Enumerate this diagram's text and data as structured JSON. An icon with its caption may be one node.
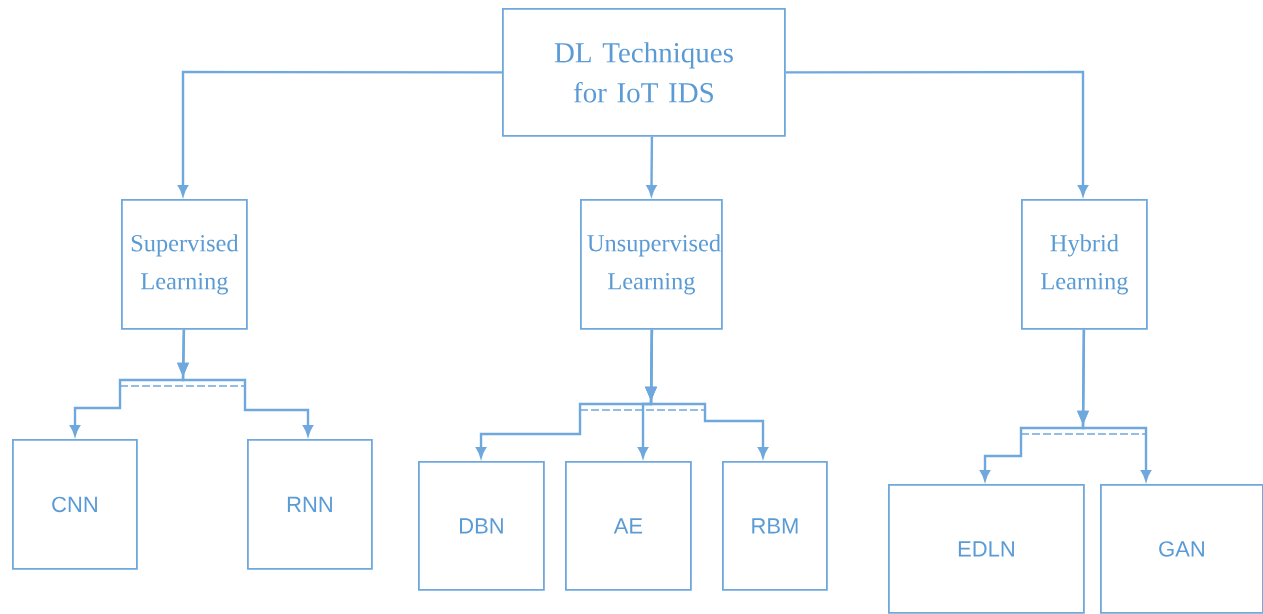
{
  "diagram": {
    "nodes": [
      {
        "text": [
          "DL Techniques for IoT IDS"
        ]
      },
      {
        "text": [
          "Supervised Learning"
        ]
      },
      {
        "text": [
          "Unsupervised Learning"
        ]
      },
      {
        "text": [
          "Hybrid Learning"
        ]
      },
      {
        "text": [
          "CNN"
        ]
      },
      {
        "text": [
          "RNN"
        ]
      },
      {
        "text": [
          "DBN"
        ]
      },
      {
        "text": [
          "AE"
        ]
      },
      {
        "text": [
          "RBM"
        ]
      },
      {
        "text": [
          "EDLN"
        ]
      },
      {
        "text": [
          "GAN"
        ]
      }
    ],
    "edges": [
      {
        "from": 0,
        "to": 1,
        "arrow": "to"
      },
      {
        "from": 0,
        "to": 2,
        "arrow": "to"
      },
      {
        "from": 0,
        "to": 3,
        "arrow": "to"
      },
      {
        "from": 1,
        "to": 4,
        "arrow": "to"
      },
      {
        "from": 1,
        "to": 5,
        "arrow": "to"
      },
      {
        "from": 2,
        "to": 6,
        "arrow": "to"
      },
      {
        "from": 2,
        "to": 7,
        "arrow": "to"
      },
      {
        "from": 2,
        "to": 8,
        "arrow": "to"
      },
      {
        "from": 3,
        "to": 9,
        "arrow": "to"
      },
      {
        "from": 3,
        "to": 10,
        "arrow": "to"
      }
    ]
  }
}
